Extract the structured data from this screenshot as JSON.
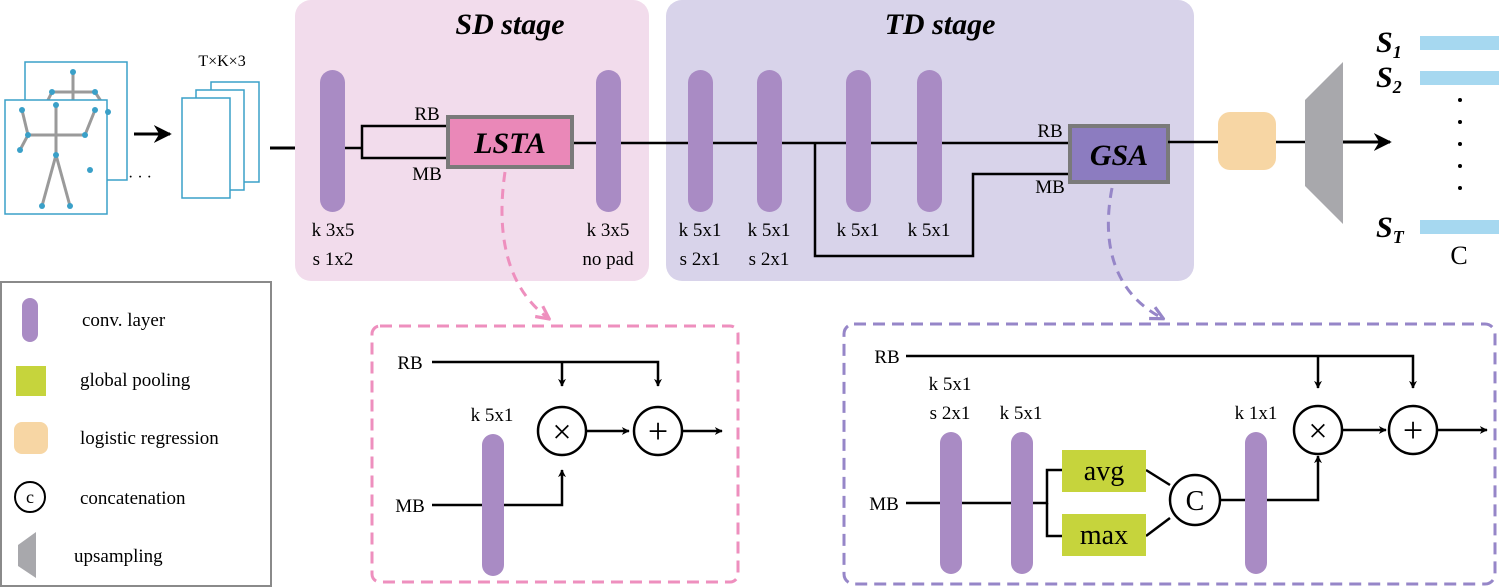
{
  "input": {
    "dims": "T×K×3",
    "ellipsis": "· · ·"
  },
  "sd_stage": {
    "title": "SD stage",
    "conv1": {
      "kernel": "k 3x5",
      "stride": "s 1x2"
    },
    "conv2": {
      "kernel": "k 3x5",
      "padding": "no pad"
    },
    "rb_label": "RB",
    "mb_label": "MB",
    "module": "LSTA"
  },
  "td_stage": {
    "title": "TD stage",
    "conv1": {
      "kernel": "k 5x1",
      "stride": "s 2x1"
    },
    "conv2": {
      "kernel": "k 5x1",
      "stride": "s 2x1"
    },
    "conv3": {
      "kernel": "k 5x1"
    },
    "conv4": {
      "kernel": "k 5x1"
    },
    "rb_label": "RB",
    "mb_label": "MB",
    "module": "GSA"
  },
  "outputs": {
    "s1": "S",
    "s1_sub": "1",
    "s2": "S",
    "s2_sub": "2",
    "st": "S",
    "st_sub": "T",
    "dots": "⋮",
    "class_label": "C"
  },
  "legend": {
    "items": [
      {
        "label": "conv. layer",
        "icon": "conv-bar"
      },
      {
        "label": "global pooling",
        "icon": "pooling-square"
      },
      {
        "label": "logistic regression",
        "icon": "regression-square"
      },
      {
        "label": "concatenation",
        "icon": "concat-circle",
        "symbol": "c"
      },
      {
        "label": "upsampling",
        "icon": "upsampling-trapezoid"
      }
    ]
  },
  "lsta_detail": {
    "rb": "RB",
    "mb": "MB",
    "conv_kernel": "k 5x1",
    "multiply": "×",
    "add": "+"
  },
  "gsa_detail": {
    "rb": "RB",
    "mb": "MB",
    "conv1_kernel": "k 5x1",
    "conv1_stride": "s 2x1",
    "conv2_kernel": "k 5x1",
    "avg": "avg",
    "max": "max",
    "concat": "C",
    "conv3_kernel": "k 1x1",
    "multiply": "×",
    "add": "+"
  },
  "colors": {
    "sd_bg": "#f2dcec",
    "td_bg": "#d8d3ea",
    "conv": "#a98bc4",
    "lsta_fill": "#ea88b8",
    "gsa_fill": "#8c7cc0",
    "module_border": "#7a7a7a",
    "pooling": "#c6d43c",
    "regression": "#f7d6a4",
    "upsample": "#a8a8ac",
    "output_bar": "#a6d8f0",
    "skeleton_frame": "#3aa0c8",
    "pink_dash": "#ee8fbe",
    "purple_dash": "#9686c8"
  }
}
